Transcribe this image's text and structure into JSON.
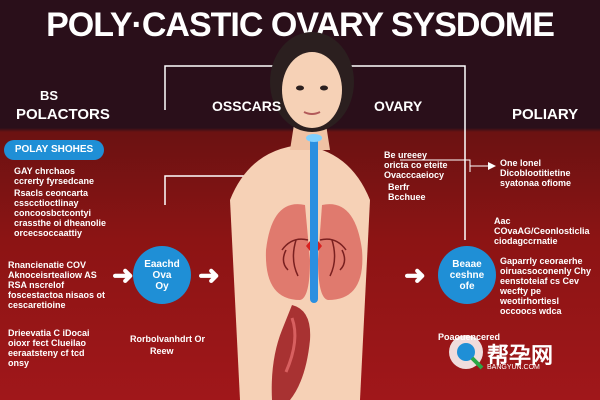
{
  "title": "POLY·CASTIC OVARY SYSDOME",
  "labels": {
    "top_left_1": "BS",
    "top_left_2": "POLACTORS",
    "oscars": "OSSCARS",
    "ovary": "OVARY",
    "poliary": "POLIARY"
  },
  "pill": "POLAY SHOHES",
  "left_notes": [
    "GAY chrchaos ccrerty fyrsedcane",
    "Rsacls ceoncarta csscctioctlinay concoosbctcontyi crassthe oi dheanolie orcecsoccaattiy",
    "Rnancienatie COV Aknoceisrtealiow AS RSA nscrelof foscestactoa nisaos ot cescaretioine",
    "Drieevatia C iDocai oioxr fect Clueilao eeraatsteny cf tcd onsy"
  ],
  "bubble_left": [
    "Eaachd",
    "Ova",
    "Oy"
  ],
  "bubble_right": [
    "Beaae",
    "ceshne",
    "ofe"
  ],
  "bottom_center": [
    "Rorbolvanhdrt Or",
    "Reew"
  ],
  "mid_notes": [
    "Be ureeey",
    "oricta co eteite",
    "Ovacccaeiocy",
    "Berfr",
    "Bcchuee"
  ],
  "right_notes": [
    "One lonel Dicoblootitietine syatonaa ofiome",
    "Aac COvaAG/Ceonlosticlia ciodagccrnatie",
    "Gaparrly ceoraerhe oiruacsoconenly Chy eenstoteiaf cs Cev wecfty pe weotirhortiesl occoocs wdca",
    "Poaouencered"
  ],
  "watermark": {
    "cn": "帮孕网",
    "latin": "BANGYUN.COM"
  },
  "colors": {
    "header_bg": "#2a0f1a",
    "body_bg": "#8c1414",
    "accent_blue": "#1f8fd6",
    "skin": "#f6d1b6",
    "lung": "#e07a6e"
  }
}
